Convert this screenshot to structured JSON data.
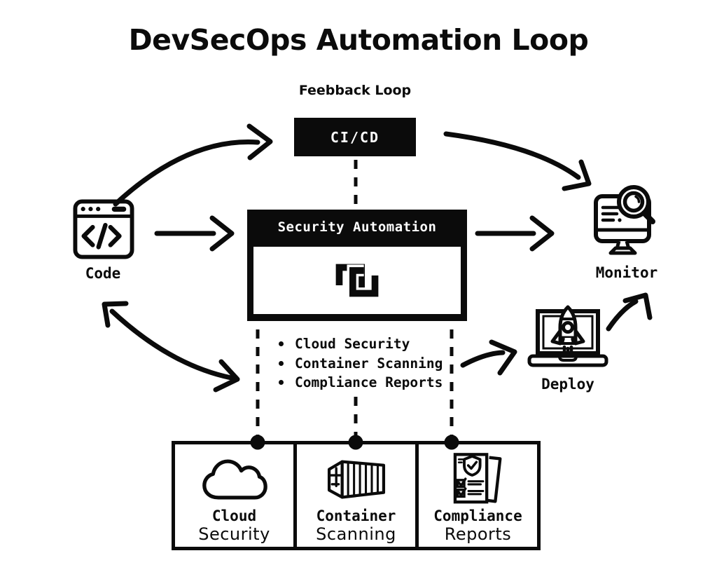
{
  "title": "DevSecOps Automation Loop",
  "feedback_label": "Feebback Loop",
  "cicd": {
    "label": "CI/CD"
  },
  "security_automation": {
    "title": "Security Automation",
    "bullets": [
      "Cloud Security",
      "Container Scanning",
      "Compliance Reports"
    ]
  },
  "nodes": {
    "code": {
      "label": "Code"
    },
    "monitor": {
      "label": "Monitor"
    },
    "deploy": {
      "label": "Deploy"
    }
  },
  "pipeline_boxes": [
    {
      "line1": "Cloud",
      "line2": "Security",
      "icon": "cloud-icon"
    },
    {
      "line1": "Container",
      "line2": "Scanning",
      "icon": "shipping-container-icon"
    },
    {
      "line1": "Compliance",
      "line2": "Reports",
      "icon": "checklist-document-icon"
    }
  ],
  "icons": {
    "code": "browser-code-icon",
    "security_automation": "interlocked-links-icon",
    "monitor": "monitor-magnifier-icon",
    "deploy": "laptop-rocket-icon"
  },
  "colors": {
    "ink": "#0b0b0b",
    "background": "#ffffff"
  }
}
